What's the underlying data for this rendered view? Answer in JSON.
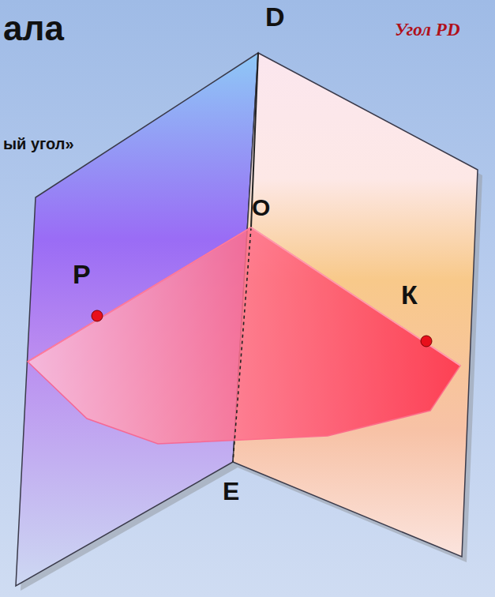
{
  "diagram": {
    "labels": [
      "ала",
      "ый угол»",
      "Угол PD",
      "D",
      "O",
      "P",
      "К",
      "E"
    ]
  }
}
